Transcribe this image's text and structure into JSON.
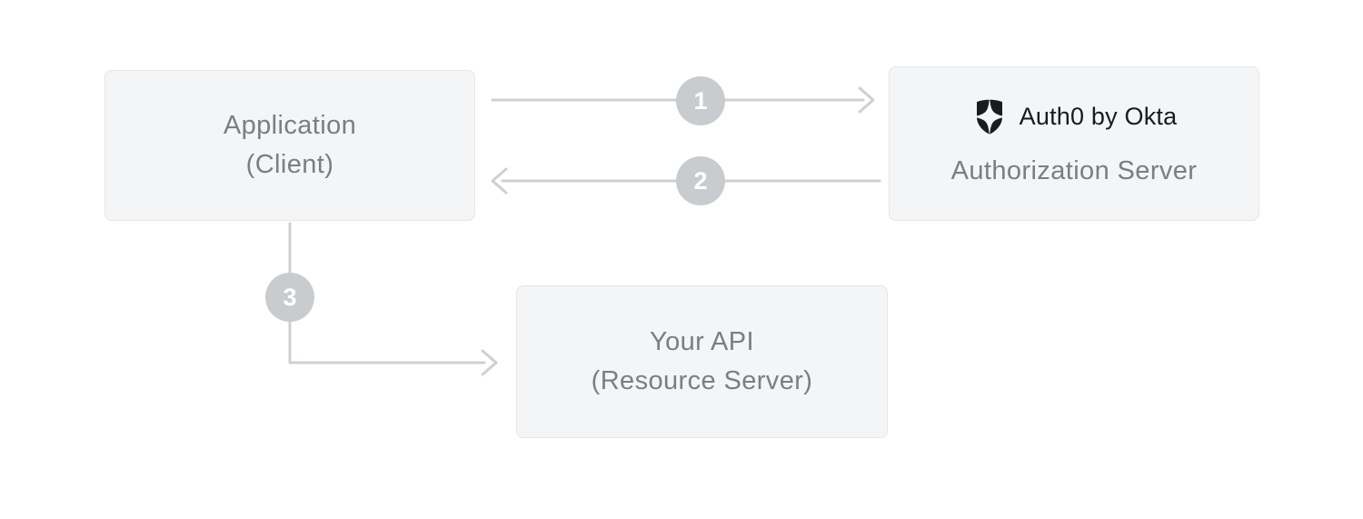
{
  "diagram": {
    "nodes": {
      "application": {
        "line1": "Application",
        "line2": "(Client)"
      },
      "auth_server": {
        "logo_text": "Auth0 by Okta",
        "label": "Authorization Server"
      },
      "api": {
        "line1": "Your API",
        "line2": "(Resource Server)"
      }
    },
    "steps": [
      {
        "number": "1"
      },
      {
        "number": "2"
      },
      {
        "number": "3"
      }
    ],
    "icons": {
      "auth0_shield": "auth0-shield-icon"
    },
    "colors": {
      "page_background": "#ffffff",
      "box_background": "#f4f5f6",
      "box_border": "#e4e6e8",
      "box_text": "#7b7e82",
      "arrow": "#cdd0d3",
      "step_badge_background": "#c9ccce",
      "step_badge_text": "#ffffff",
      "logo": "#191b1d"
    }
  }
}
